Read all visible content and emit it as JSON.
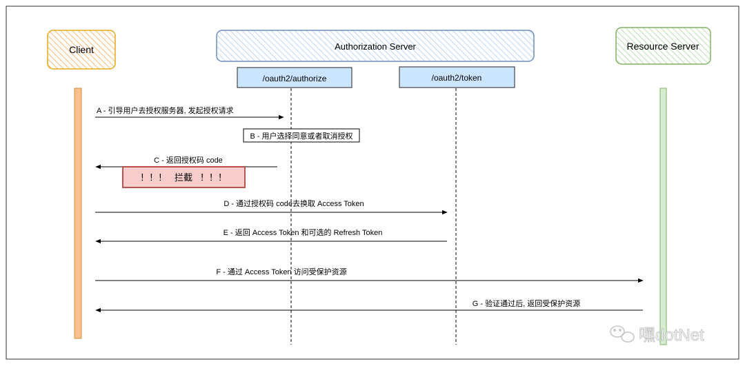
{
  "participants": {
    "client": "Client",
    "auth_server": "Authorization Server",
    "resource_server": "Resource Server"
  },
  "endpoints": {
    "authorize": "/oauth2/authorize",
    "token": "/oauth2/token"
  },
  "messages": {
    "a": "A - 引导用户去授权服务器, 发起授权请求",
    "b": "B - 用户选择同意或者取消授权",
    "c": "C - 返回授权码 code",
    "d": "D - 通过授权码 code去换取 Access Token",
    "e": "E - 返回 Access Token 和可选的 Refresh Token",
    "f": "F - 通过 Access Token 访问受保护资源",
    "g": "G - 验证通过后, 返回受保护资源"
  },
  "intercept": {
    "label": "！！！   拦截   ！！！"
  },
  "watermark": {
    "text": "嘿dotNet"
  },
  "colors": {
    "client_border": "#e6a817",
    "client_fill": "#f9c58a",
    "client_lifeline": "#f5b77a",
    "auth_border": "#6c8ebf",
    "auth_fill": "#dae8fc",
    "endpoint_fill": "#cce5ff",
    "resource_border": "#82b366",
    "resource_fill": "#d5e8d4",
    "resource_lifeline": "#a8d08d",
    "intercept_fill": "#f8cecc",
    "intercept_border": "#b85450"
  }
}
